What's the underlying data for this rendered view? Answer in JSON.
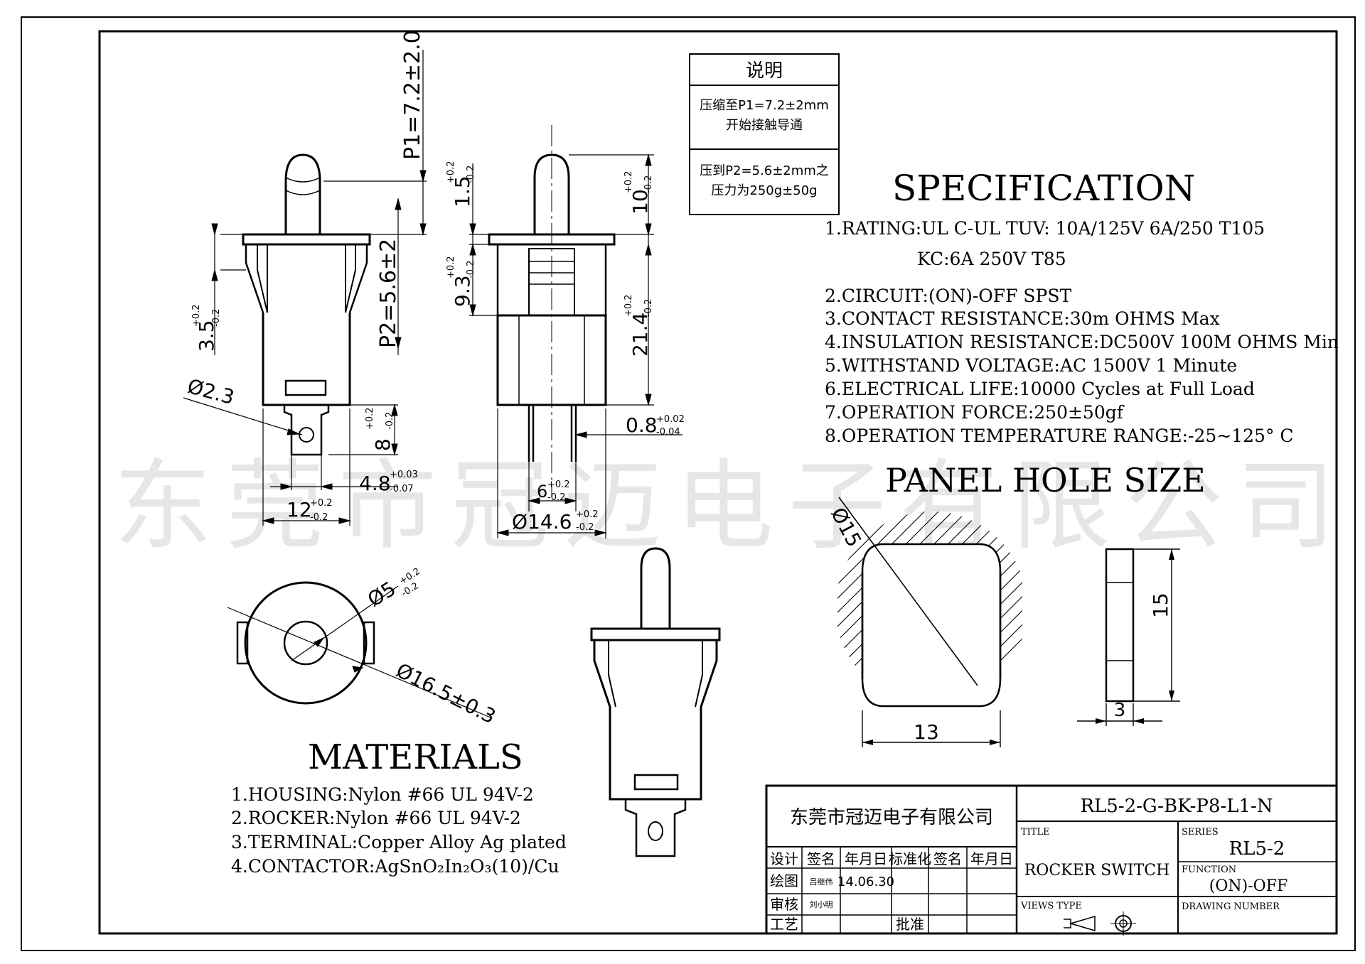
{
  "watermark": "东莞市冠迈电子有限公司",
  "note_box": {
    "title": "说明",
    "line1a": "压缩至P1=7.2±2mm",
    "line1b": "开始接触导通",
    "line2a": "压到P2=5.6±2mm之",
    "line2b": "压力为250g±50g"
  },
  "specification": {
    "heading": "SPECIFICATION",
    "lines": [
      "1.RATING:UL C-UL TUV: 10A/125V 6A/250  T105",
      "KC:6A 250V T85",
      "2.CIRCUIT:(ON)-OFF SPST",
      "3.CONTACT RESISTANCE:30m OHMS Max",
      "4.INSULATION RESISTANCE:DC500V 100M OHMS Min",
      "5.WITHSTAND VOLTAGE:AC 1500V 1 Minute",
      "6.ELECTRICAL LIFE:10000 Cycles at Full Load",
      "7.OPERATION FORCE:250±50gf",
      "8.OPERATION TEMPERATURE RANGE:-25~125° C"
    ]
  },
  "panel_hole": {
    "heading": "PANEL HOLE SIZE",
    "dia": "Ø15",
    "width": "13",
    "height": "15",
    "thickness": "3"
  },
  "materials": {
    "heading": "MATERIALS",
    "lines": [
      "1.HOUSING:Nylon #66 UL 94V-2",
      "2.ROCKER:Nylon #66 UL 94V-2",
      "3.TERMINAL:Copper Alloy Ag plated",
      "4.CONTACTOR:AgSnO₂In₂O₃(10)/Cu"
    ]
  },
  "dims": {
    "p1": "P1=7.2±2.0",
    "p2": "P2=5.6±2",
    "d35": "3.5",
    "d35tol": "+0.2 / -0.2",
    "d23": "Ø2.3",
    "d8": "8",
    "d48": "4.8",
    "d48tol_up": "+0.03",
    "d48tol_dn": "-0.07",
    "d12": "12",
    "d15": "1.5",
    "d93": "9.3",
    "d10": "10",
    "d214": "21.4",
    "d08": "0.8",
    "d08tol_up": "+0.02",
    "d08tol_dn": "-0.04",
    "d6": "6",
    "d146": "Ø14.6",
    "d5": "Ø5",
    "d165": "Ø16.5±0.3",
    "tol_up": "+0.2",
    "tol_dn": "-0.2"
  },
  "title_block": {
    "company": "东莞市冠迈电子有限公司",
    "part_number": "RL5-2-G-BK-P8-L1-N",
    "title_label": "TITLE",
    "title_value": "ROCKER SWITCH",
    "series_label": "SERIES",
    "series_value": "RL5-2",
    "function_label": "FUNCTION",
    "function_value": "(ON)-OFF",
    "views_label": "VIEWS TYPE",
    "drawing_label": "DRAWING NUMBER",
    "row_headers": [
      "设计",
      "签名",
      "年月日",
      "标准化",
      "签名",
      "年月日"
    ],
    "draw_label": "绘图",
    "drawer": "吕继伟",
    "date": "14.06.30",
    "check_label": "审核",
    "checker": "刘小明",
    "process_label": "工艺",
    "approve_label": "批准"
  }
}
